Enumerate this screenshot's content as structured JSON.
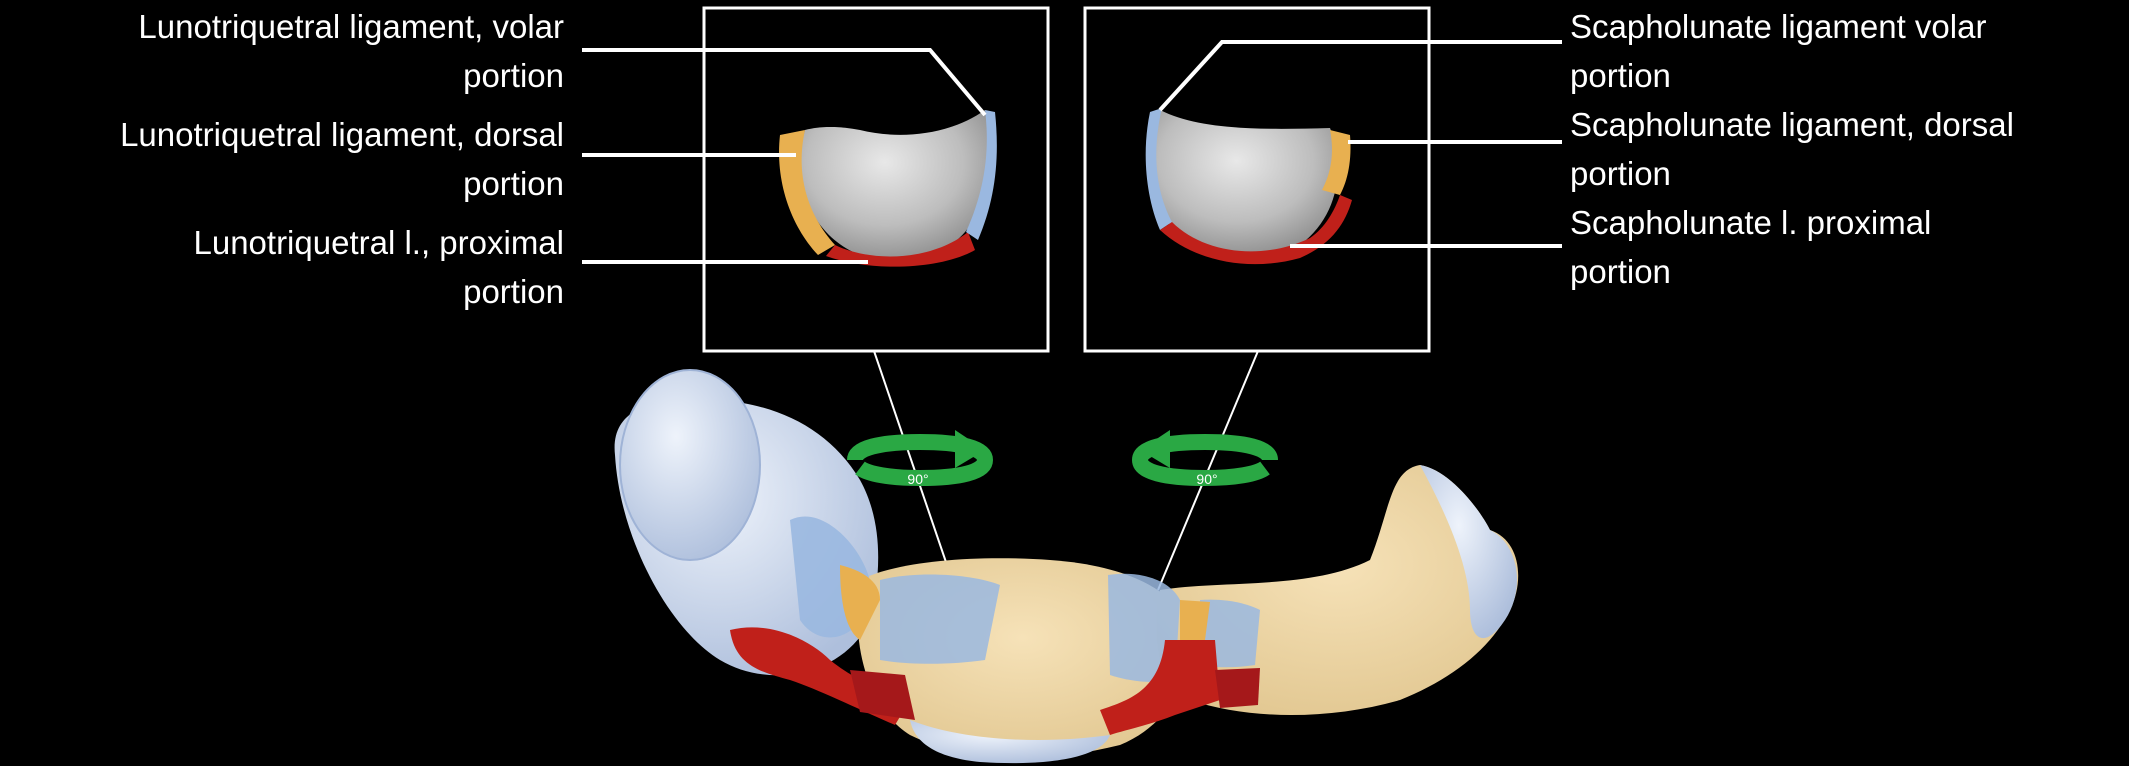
{
  "labels_left": [
    {
      "line1": "Lunotriquetral ligament, volar",
      "line2": "portion"
    },
    {
      "line1": "Lunotriquetral ligament, dorsal",
      "line2": "portion"
    },
    {
      "line1": "Lunotriquetral l., proximal",
      "line2": "portion"
    }
  ],
  "labels_right": [
    {
      "line1": "Scapholunate ligament volar",
      "line2": "portion"
    },
    {
      "line1": "Scapholunate ligament, dorsal",
      "line2": "portion"
    },
    {
      "line1": "Scapholunate l. proximal",
      "line2": "portion"
    }
  ],
  "rotation_arrows": [
    {
      "text": "90°"
    },
    {
      "text": "90°"
    }
  ],
  "colors": {
    "background": "#000000",
    "volar": "#9ab8e0",
    "dorsal": "#e8b050",
    "proximal": "#c0201a",
    "bone": "#f0d8a8",
    "cartilage": "#c8d8ee",
    "arrow": "#2aa844"
  }
}
